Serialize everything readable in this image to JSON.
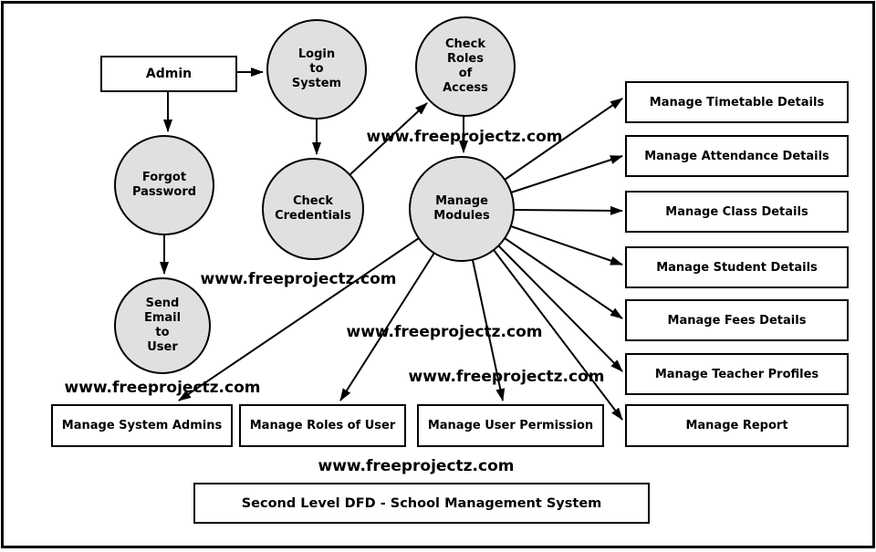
{
  "diagram": {
    "title": "Second Level DFD - School Management System",
    "watermark_text": "www.freeprojectz.com",
    "external_entity": {
      "label": "Admin"
    },
    "processes": {
      "login_to_system": {
        "lines": [
          "Login",
          "to",
          "System"
        ]
      },
      "check_roles_of_access": {
        "lines": [
          "Check",
          "Roles",
          "of",
          "Access"
        ]
      },
      "forgot_password": {
        "lines": [
          "Forgot",
          "Password"
        ]
      },
      "check_credentials": {
        "lines": [
          "Check",
          "Credentials"
        ]
      },
      "manage_modules": {
        "lines": [
          "Manage",
          "Modules"
        ]
      },
      "send_email_to_user": {
        "lines": [
          "Send",
          "Email",
          "to",
          "User"
        ]
      }
    },
    "data_stores": {
      "timetable": "Manage Timetable Details",
      "attendance": "Manage Attendance Details",
      "class": "Manage Class Details",
      "student": "Manage Student Details",
      "fees": "Manage Fees Details",
      "teacher": "Manage Teacher Profiles",
      "report": "Manage Report",
      "system_admins": "Manage System Admins",
      "roles_of_user": "Manage Roles of User",
      "user_permission": "Manage User Permission"
    },
    "colors": {
      "process_fill": "#e0e0e0",
      "stroke": "#000000",
      "background": "#ffffff",
      "text": "#000000"
    }
  }
}
